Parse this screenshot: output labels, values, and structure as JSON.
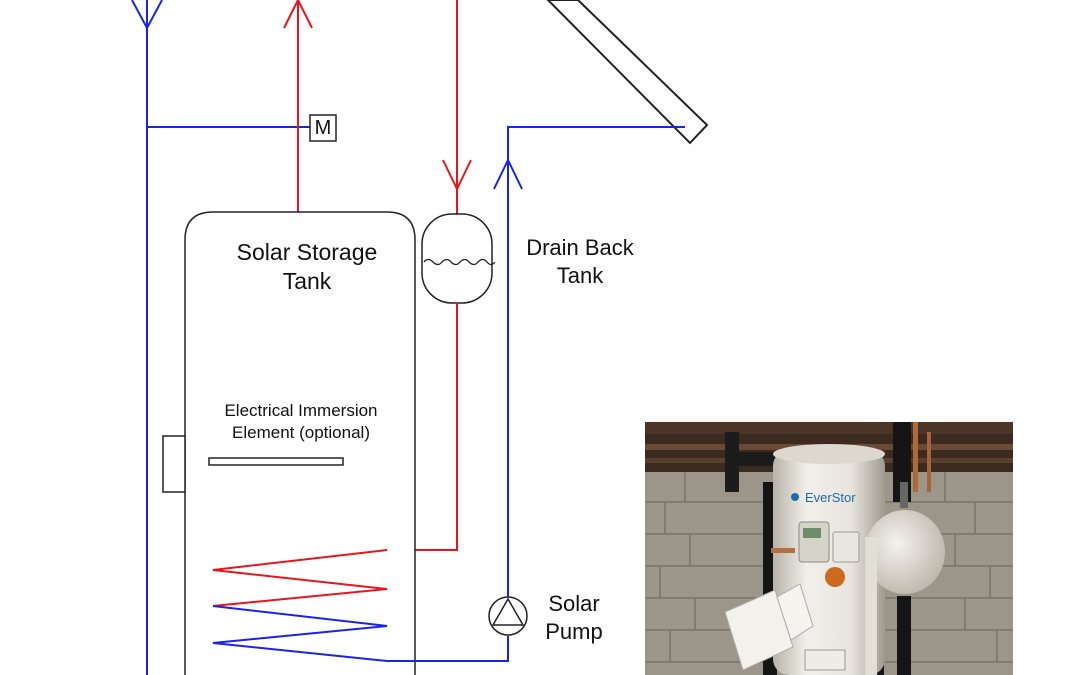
{
  "labels": {
    "storage_tank": "Solar Storage\nTank",
    "drain_back_tank": "Drain Back\nTank",
    "immersion": "Electrical Immersion\nElement (optional)",
    "pump": "Solar\nPump",
    "mixing_valve": "M"
  },
  "photo": {
    "brand_text": "EverStor"
  },
  "colors": {
    "hot_pipe": "#e8141c",
    "cold_pipe": "#1a24e6",
    "outline": "#222222"
  }
}
